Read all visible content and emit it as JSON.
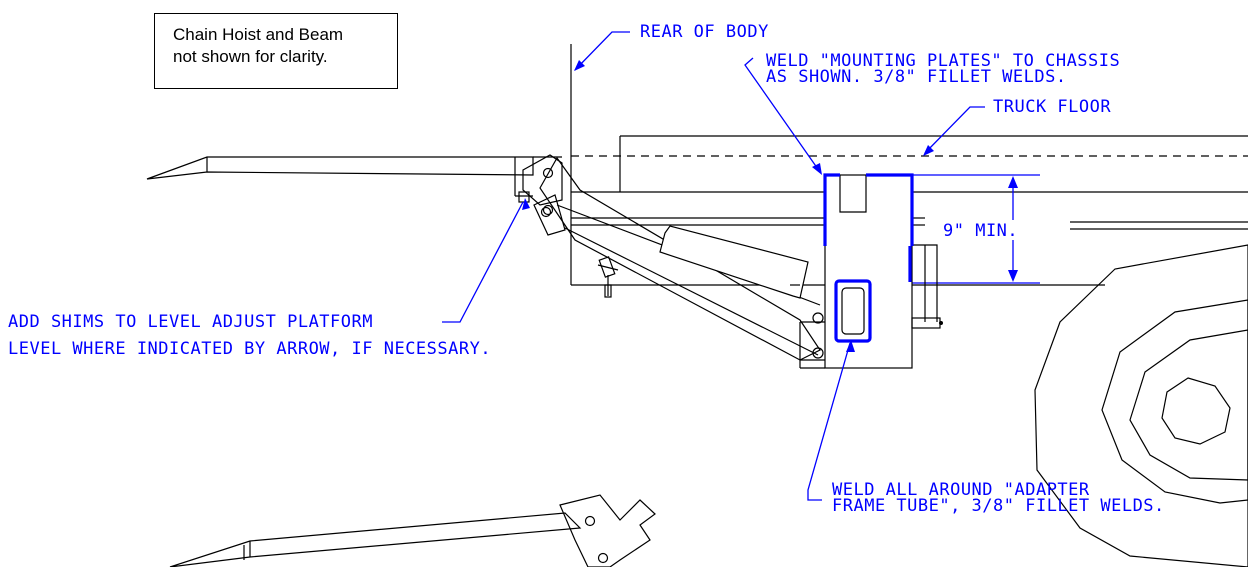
{
  "note": {
    "line1": "Chain Hoist and Beam",
    "line2": "not shown for clarity."
  },
  "callouts": {
    "rear_of_body": "REAR OF BODY",
    "mounting_plates_1": "WELD \"MOUNTING PLATES\" TO CHASSIS",
    "mounting_plates_2": "AS SHOWN. 3/8\" FILLET WELDS.",
    "truck_floor": "TRUCK FLOOR",
    "dimension": "9\" MIN.",
    "shims_1": "ADD SHIMS TO LEVEL ADJUST PLATFORM",
    "shims_2": "LEVEL WHERE INDICATED BY ARROW, IF NECESSARY.",
    "adapter_1": "WELD ALL AROUND \"ADAPTER",
    "adapter_2": "FRAME TUBE\", 3/8\" FILLET WELDS."
  },
  "colors": {
    "annotation": "#0000ff",
    "linework": "#000000",
    "background": "#ffffff"
  }
}
